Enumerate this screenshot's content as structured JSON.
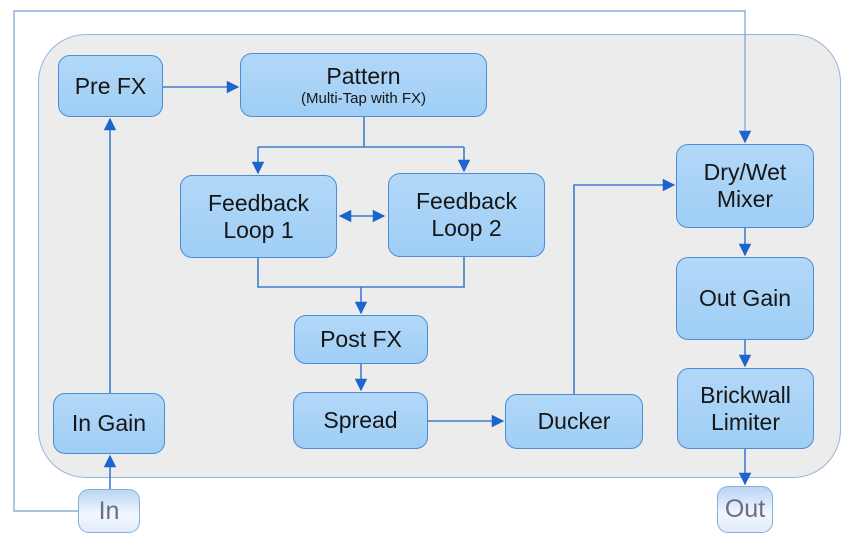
{
  "diagram": {
    "kind": "signal-flow",
    "nodes": {
      "in": {
        "label": "In"
      },
      "in_gain": {
        "label": "In Gain"
      },
      "pre_fx": {
        "label": "Pre FX"
      },
      "pattern": {
        "label": "Pattern",
        "sublabel": "(Multi-Tap with FX)"
      },
      "feedback_loop_1": {
        "label": "Feedback Loop 1"
      },
      "feedback_loop_2": {
        "label": "Feedback Loop 2"
      },
      "post_fx": {
        "label": "Post FX"
      },
      "spread": {
        "label": "Spread"
      },
      "ducker": {
        "label": "Ducker"
      },
      "dry_wet_mixer": {
        "label": "Dry/Wet Mixer"
      },
      "out_gain": {
        "label": "Out Gain"
      },
      "brickwall_limiter": {
        "label": "Brickwall Limiter"
      },
      "out": {
        "label": "Out"
      }
    },
    "edges": [
      {
        "from": "in",
        "to": "in_gain",
        "type": "signal"
      },
      {
        "from": "in_gain",
        "to": "pre_fx",
        "type": "signal"
      },
      {
        "from": "pre_fx",
        "to": "pattern",
        "type": "signal"
      },
      {
        "from": "pattern",
        "to": "feedback_loop_1",
        "type": "signal"
      },
      {
        "from": "pattern",
        "to": "feedback_loop_2",
        "type": "signal"
      },
      {
        "from": "feedback_loop_1",
        "to": "feedback_loop_2",
        "type": "bidirectional"
      },
      {
        "from": "feedback_loop_1",
        "to": "post_fx",
        "type": "signal"
      },
      {
        "from": "feedback_loop_2",
        "to": "post_fx",
        "type": "signal"
      },
      {
        "from": "post_fx",
        "to": "spread",
        "type": "signal"
      },
      {
        "from": "spread",
        "to": "ducker",
        "type": "signal"
      },
      {
        "from": "ducker",
        "to": "dry_wet_mixer",
        "type": "signal"
      },
      {
        "from": "in",
        "to": "dry_wet_mixer",
        "type": "dry-bypass"
      },
      {
        "from": "dry_wet_mixer",
        "to": "out_gain",
        "type": "signal"
      },
      {
        "from": "out_gain",
        "to": "brickwall_limiter",
        "type": "signal"
      },
      {
        "from": "brickwall_limiter",
        "to": "out",
        "type": "signal"
      }
    ],
    "colors": {
      "node_fill": "#9fcef5",
      "node_border": "#4c8dd2",
      "connector": "#3f7dcb",
      "arrowhead": "#1c64ce",
      "bypass_line": "#8badd8",
      "container_fill": "#ececec",
      "container_border": "#93b6dc",
      "io_text": "#6e6b8c",
      "node_text": "#161616"
    }
  }
}
